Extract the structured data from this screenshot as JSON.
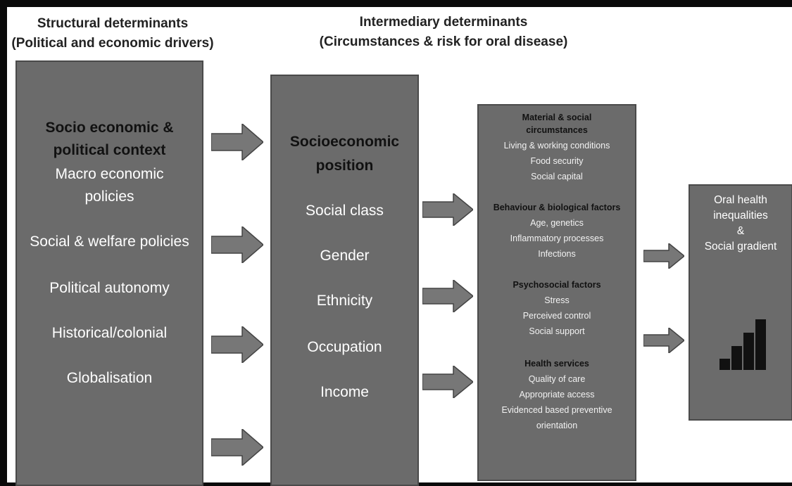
{
  "headers": {
    "structural": [
      "Structural determinants",
      "(Political and economic drivers)"
    ],
    "intermediary": [
      "Intermediary determinants",
      "(Circumstances & risk for oral disease)"
    ]
  },
  "structural_box": {
    "heading": [
      "Socio economic &",
      "political context"
    ],
    "items": [
      "Macro economic",
      "policies",
      "Social & welfare policies",
      "Political autonomy",
      "Historical/colonial",
      "Globalisation"
    ]
  },
  "position_box": {
    "heading": [
      "Socioeconomic",
      "position"
    ],
    "items": [
      "Social class",
      "Gender",
      "Ethnicity",
      "Occupation",
      "Income"
    ]
  },
  "factors_box": {
    "groups": [
      {
        "title": [
          "Material & social",
          "circumstances"
        ],
        "items": [
          "Living & working conditions",
          "Food security",
          "Social capital"
        ]
      },
      {
        "title": [
          "Behaviour & biological factors"
        ],
        "items": [
          "Age, genetics",
          "Inflammatory processes",
          "Infections"
        ]
      },
      {
        "title": [
          "Psychosocial factors"
        ],
        "items": [
          "Stress",
          "Perceived control",
          "Social support"
        ]
      },
      {
        "title": [
          "Health services"
        ],
        "items": [
          "Quality of care",
          "Appropriate access",
          "Evidenced based preventive",
          "orientation"
        ]
      }
    ]
  },
  "outcome_box": {
    "lines": [
      "Oral health",
      "inequalities",
      "&",
      "Social gradient"
    ],
    "gradient_icon": "bar-chart-icon",
    "gradient_levels": [
      1,
      2,
      3,
      4
    ]
  },
  "colors": {
    "box_fill": "#6b6b6b",
    "arrow_fill": "#777777",
    "frame": "#0a0a0a"
  }
}
